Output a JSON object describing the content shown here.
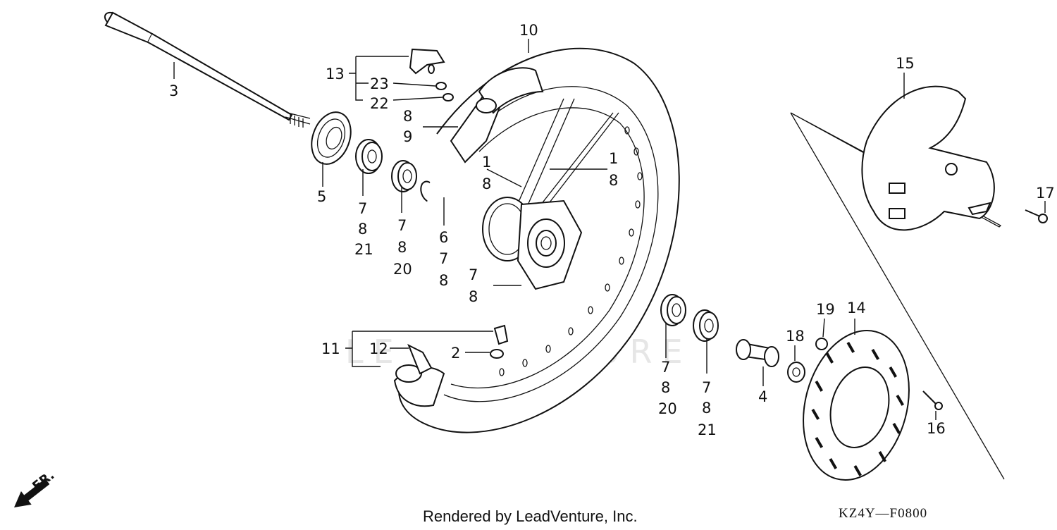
{
  "diagram": {
    "callouts": {
      "p1a": "1",
      "p8a": "8",
      "p1b": "1",
      "p8b": "8",
      "p2": "2",
      "p3": "3",
      "p4": "4",
      "p5": "5",
      "p6": "6",
      "p6_7": "7",
      "p6_8": "8",
      "p7_bear1": "7",
      "p8_bear1": "8",
      "p21_bear1": "21",
      "p7_bear2": "7",
      "p8_bear2": "8",
      "p20_bear2": "20",
      "p7_hub": "7",
      "p8_hub": "8",
      "p7_bear3": "7",
      "p8_bear3": "8",
      "p20_bear3": "20",
      "p7_bear4": "7",
      "p8_bear4": "8",
      "p21_bear4": "21",
      "p8_rim": "8",
      "p9_rim": "9",
      "p10": "10",
      "p11": "11",
      "p12": "12",
      "p13": "13",
      "p14": "14",
      "p15": "15",
      "p16": "16",
      "p17": "17",
      "p18": "18",
      "p19": "19",
      "p22": "22",
      "p23": "23"
    },
    "direction_label": "FR.",
    "watermark": "LEADVENTURE"
  },
  "footer": {
    "render_credit": "Rendered by LeadVenture, Inc.",
    "diagram_code": "KZ4Y—F0800"
  }
}
